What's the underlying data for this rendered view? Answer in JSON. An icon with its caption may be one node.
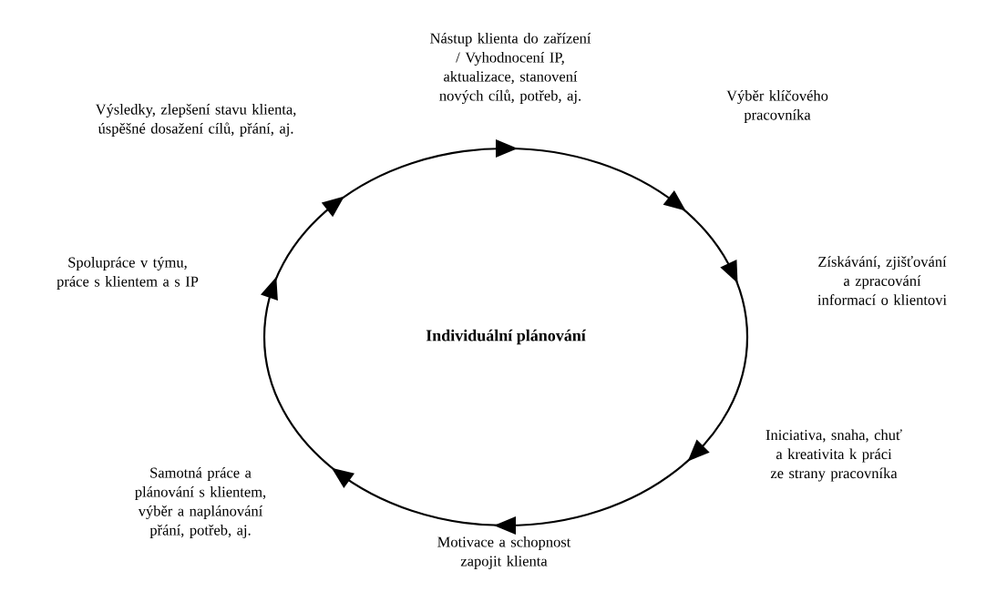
{
  "diagram": {
    "nodes": [
      {
        "text": [
          "Individuální plánování"
        ]
      }
    ],
    "labels": [
      "Nástup klienta do zařízení / Vyhodnocení IP, aktualizace, stanovení nových cílů, potřeb, aj.",
      "Výběr klíčového pracovníka",
      "Získávání, zjišťování a zpracování informací o klientovi",
      "Iniciativa, snaha, chuť a kreativita k práci ze strany pracovníka",
      "Motivace a schopnost zapojit klienta",
      "Samotná práce a plánování s klientem, výběr a naplánování přání, potřeb, aj.",
      "Spolupráce v týmu, práce s klientem a s IP",
      "Výsledky, zlepšení stavu klienta, úspěšné dosažení cílů, přání, aj."
    ]
  }
}
